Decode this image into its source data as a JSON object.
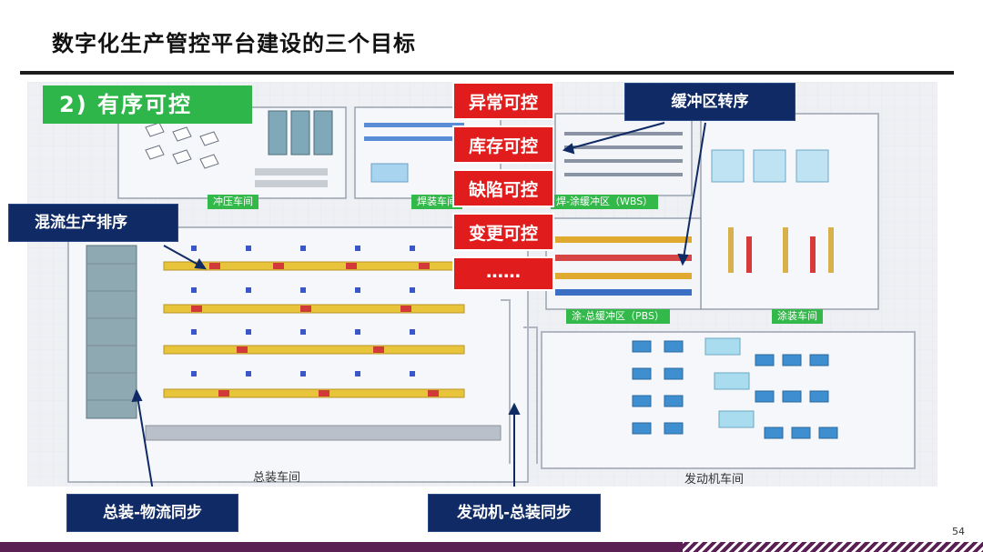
{
  "slide": {
    "title": "数字化生产管控平台建设的三个目标",
    "page_number": "54"
  },
  "goal_tag": "2) 有序可控",
  "controls": [
    "异常可控",
    "库存可控",
    "缺陷可控",
    "变更可控",
    "……"
  ],
  "callouts": {
    "buffer_reorder": "缓冲区转序",
    "mixed_flow": "混流生产排序",
    "assembly_logistics": "总装-物流同步",
    "engine_assembly": "发动机-总装同步"
  },
  "floor_labels": {
    "stamping": "冲压车间",
    "welding": "焊装车间",
    "welding_paint_buffer": "焊-涂缓冲区（WBS）",
    "paint_assembly_buffer": "涂-总缓冲区（PBS）",
    "painting": "涂装车间",
    "assembly": "总装车间",
    "engine": "发动机车间"
  },
  "colors": {
    "accent_green": "#2fb64a",
    "control_red": "#e01c1c",
    "callout_navy": "#0f2a64",
    "footer_purple": "#5a1f53"
  }
}
